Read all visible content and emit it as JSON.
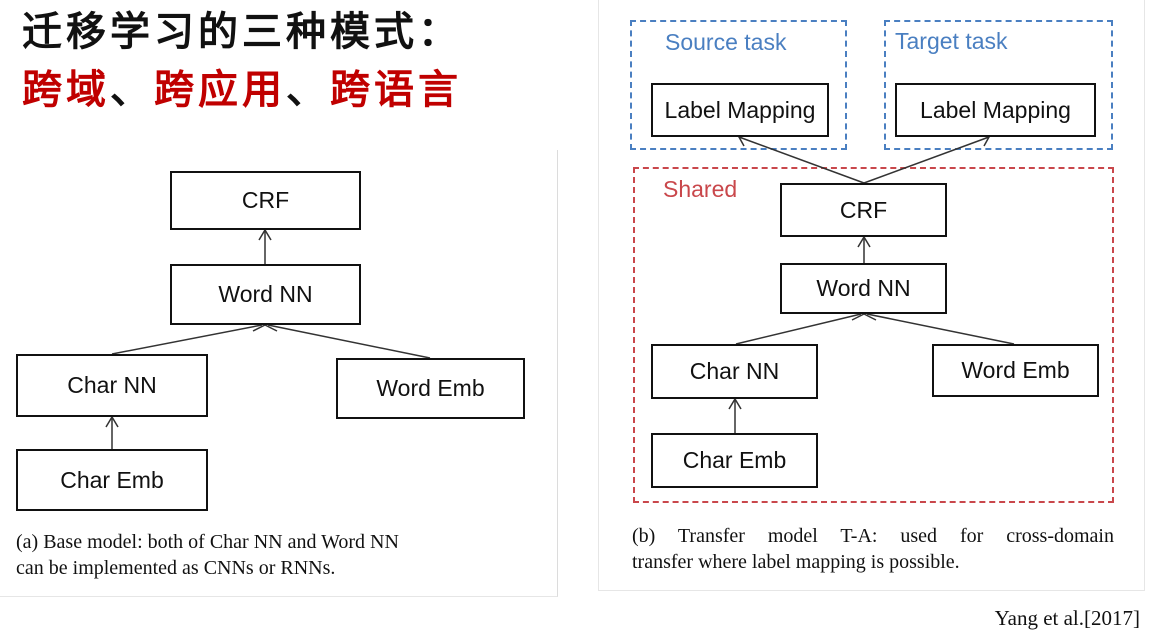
{
  "title": {
    "line1": "迁移学习的三种模式：",
    "line2": {
      "part1": "跨域",
      "sep1": "、",
      "part2": "跨应用",
      "sep2": "、",
      "part3": "跨语言"
    }
  },
  "diagram_a": {
    "nodes": {
      "crf": "CRF",
      "word_nn": "Word NN",
      "char_nn": "Char NN",
      "word_emb": "Word Emb",
      "char_emb": "Char Emb"
    },
    "caption_line1": "(a)  Base model:  both of Char NN and Word NN",
    "caption_line2": "can be implemented as CNNs or RNNs."
  },
  "diagram_b": {
    "groups": {
      "source": "Source task",
      "target": "Target task",
      "shared": "Shared"
    },
    "nodes": {
      "label_mapping_source": "Label Mapping",
      "label_mapping_target": "Label Mapping",
      "crf": "CRF",
      "word_nn": "Word NN",
      "char_nn": "Char NN",
      "word_emb": "Word Emb",
      "char_emb": "Char Emb"
    },
    "caption_line1": "(b)  Transfer model T-A: used for cross-domain",
    "caption_line2": "transfer where label mapping is possible."
  },
  "citation": "Yang et al.[2017]",
  "colors": {
    "title_red": "#c00000",
    "source_target_blue": "#4a7fc1",
    "shared_red": "#c9474b"
  }
}
